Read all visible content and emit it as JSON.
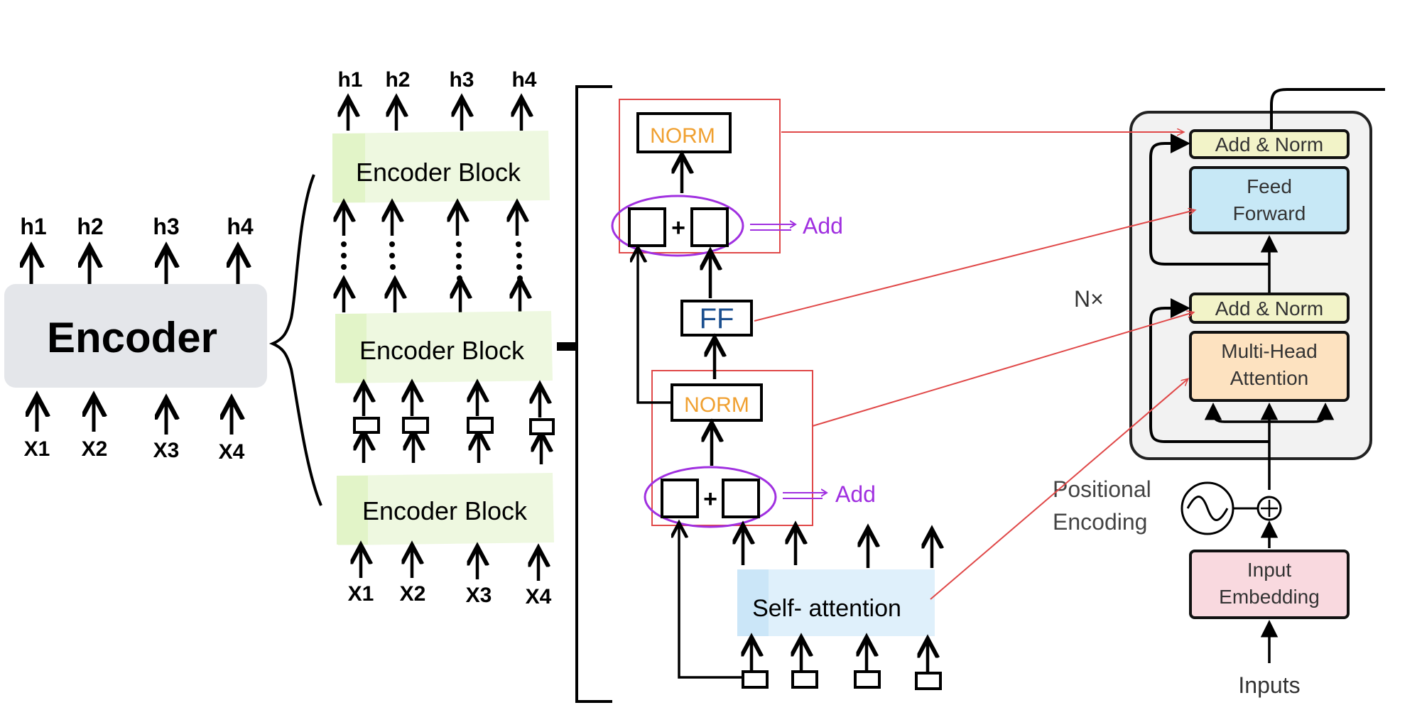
{
  "encoder_overview": {
    "title": "Encoder",
    "outputs": [
      "h1",
      "h2",
      "h3",
      "h4"
    ],
    "inputs": [
      "X1",
      "X2",
      "X3",
      "X4"
    ]
  },
  "encoder_stack": {
    "outputs": [
      "h1",
      "h2",
      "h3",
      "h4"
    ],
    "blocks": [
      "Encoder Block",
      "Encoder Block",
      "Encoder Block"
    ],
    "inputs": [
      "X1",
      "X2",
      "X3",
      "X4"
    ]
  },
  "encoder_block_detail": {
    "norm_top": "NORM",
    "norm_bottom": "NORM",
    "ff": "FF",
    "plus": "+",
    "add_top": "Add",
    "add_bottom": "Add",
    "self_attention": "Self- attention"
  },
  "transformer_reference": {
    "add_norm_top": "Add & Norm",
    "feed_forward": [
      "Feed",
      "Forward"
    ],
    "repeat": "N×",
    "add_norm_bottom": "Add & Norm",
    "multi_head_attention": [
      "Multi-Head",
      "Attention"
    ],
    "positional_encoding": [
      "Positional",
      "Encoding"
    ],
    "input_embedding": [
      "Input",
      "Embedding"
    ],
    "inputs": "Inputs"
  },
  "colors": {
    "encoder_bg": "#e4e6ea",
    "block_bg": "#eef8e0",
    "attention_bg": "#dff0fb",
    "norm_text": "#f0a030",
    "ff_text": "#1b4f8f",
    "add_purple": "#a030e0",
    "map_red": "#e04848",
    "addnorm_bg": "#f2f3c8",
    "feedforward_bg": "#c7e8f6",
    "mha_bg": "#fde2c0",
    "embedding_bg": "#f9d9df"
  }
}
